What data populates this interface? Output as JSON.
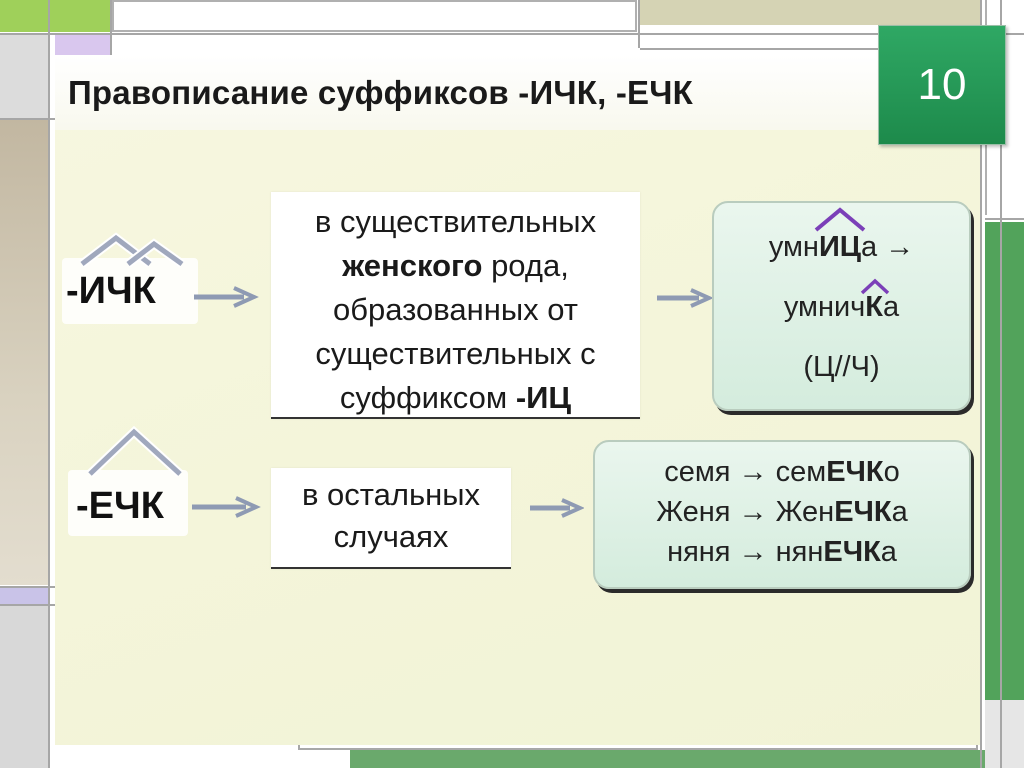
{
  "title": "Правописание суффиксов -ИЧК, -ЕЧК",
  "slide_number": "10",
  "rows": [
    {
      "suffix": "-ИЧК",
      "rule": {
        "l1": "в существительных",
        "l2_bold": "женского",
        "l2_rest": " рода,",
        "l3": "образованных от",
        "l4": "существительных с",
        "l5_pre": "суффиксом ",
        "l5_bold": "-ИЦ"
      },
      "example": {
        "e1_pre": "умн",
        "e1_bold": "ИЦ",
        "e1_post": "а →",
        "e2_pre": "умнич",
        "e2_bold": "К",
        "e2_post": "а",
        "e3": "(Ц//Ч)"
      }
    },
    {
      "suffix": "-ЕЧК",
      "rule": {
        "l1": "в остальных",
        "l2": "случаях"
      },
      "examples": [
        {
          "pre": "семя → сем",
          "bold": "ЕЧК",
          "post": "о"
        },
        {
          "pre": "Женя → Жен",
          "bold": "ЕЧК",
          "post": "а"
        },
        {
          "pre": "няня → нян",
          "bold": "ЕЧК",
          "post": "а"
        }
      ]
    }
  ],
  "colors": {
    "slide_number_bg": "#2fa864",
    "caret_purple": "#7b3fb8",
    "caret_gray": "#a0a8bd",
    "example_bg": "#dff1e5"
  }
}
